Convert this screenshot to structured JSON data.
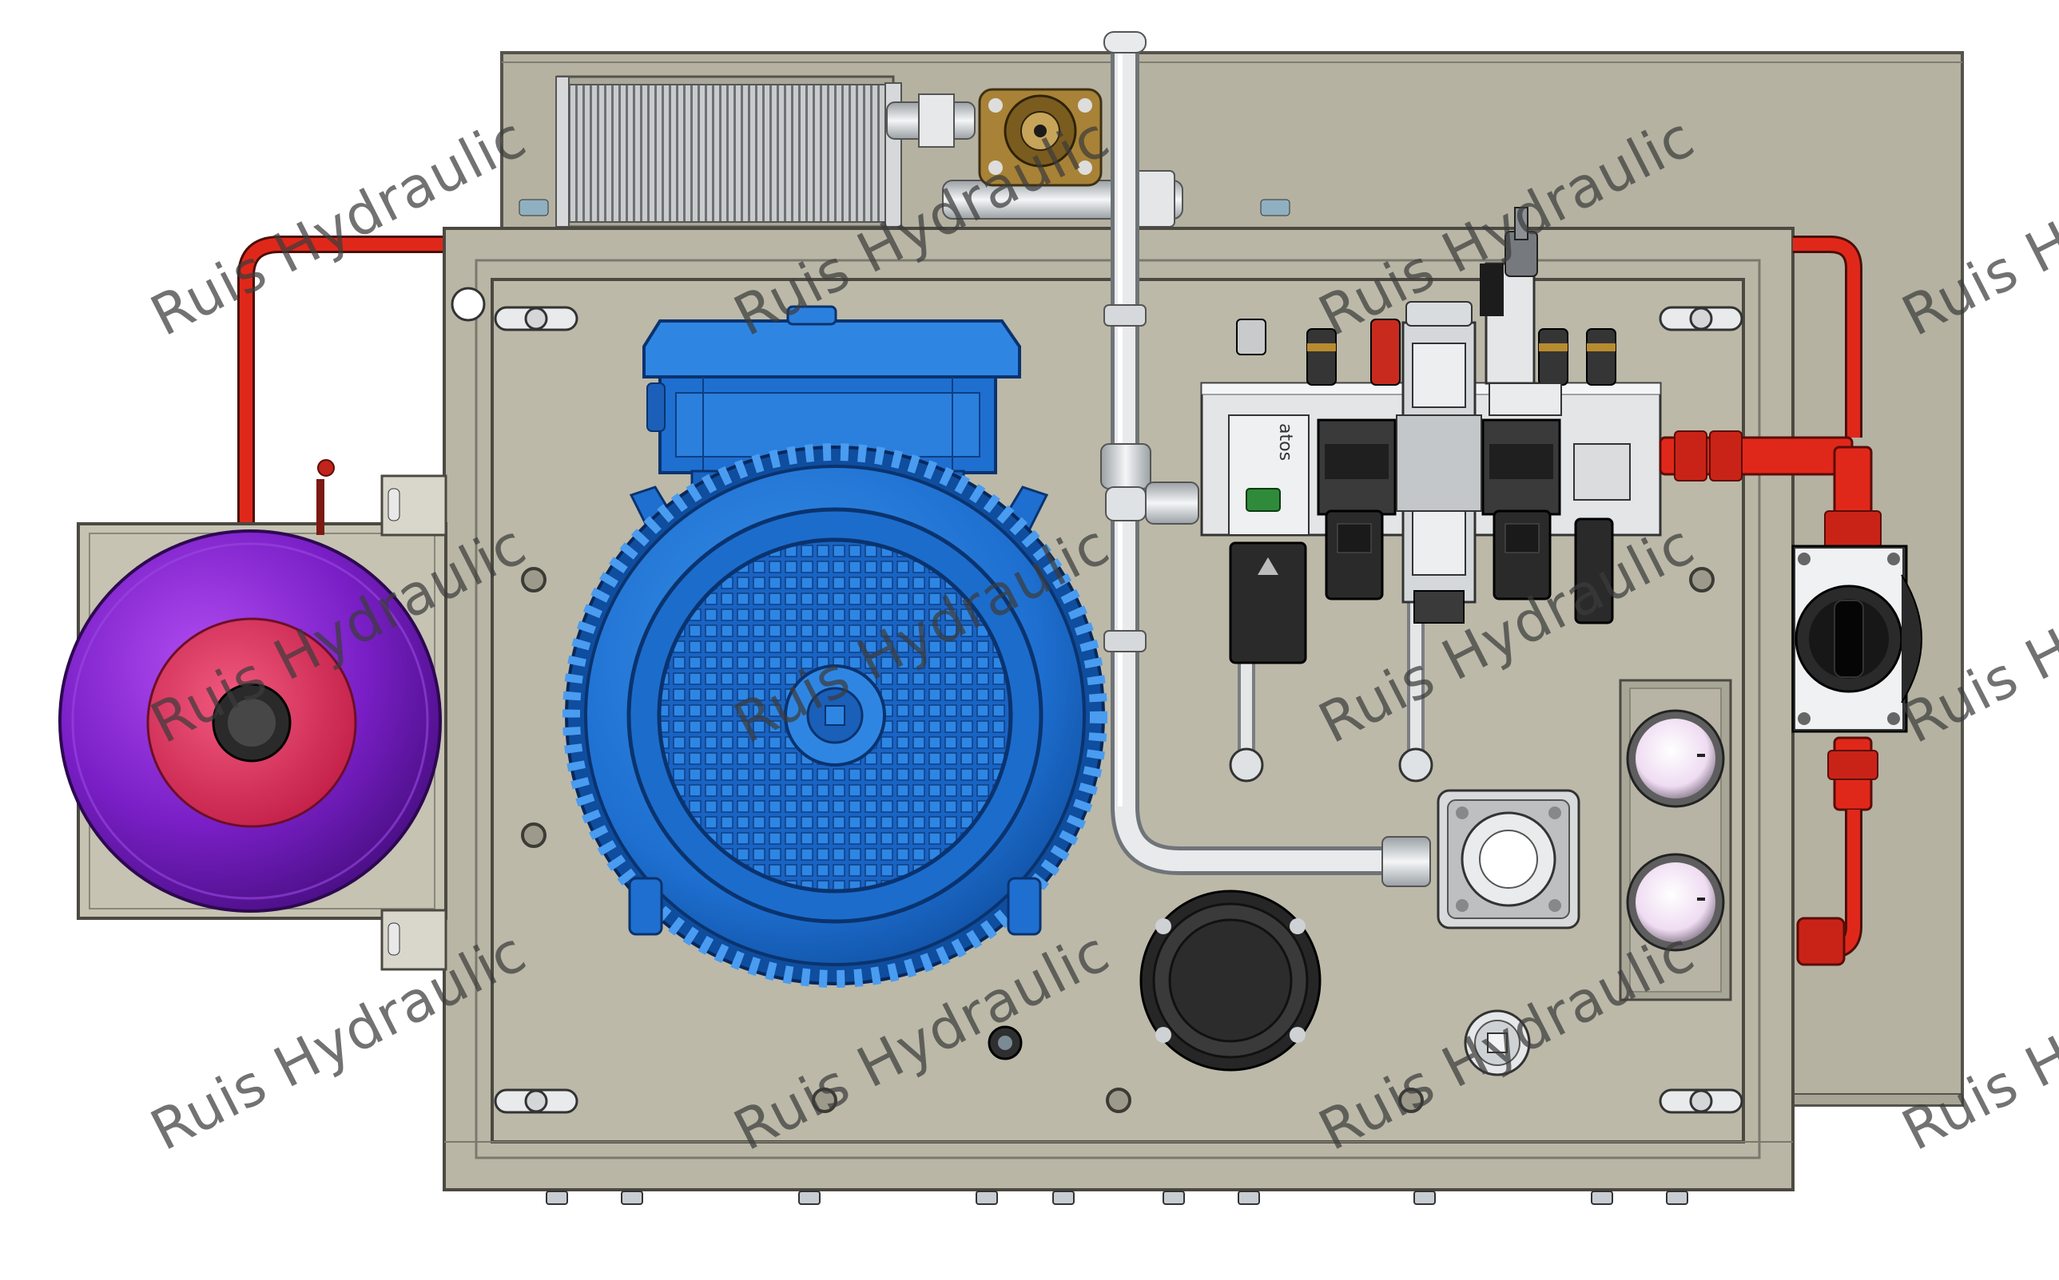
{
  "diagram": {
    "watermark_text": "Ruis Hydraulic",
    "valve_brand_label": "atos",
    "colors": {
      "panel": "#b9b6a6",
      "panel_edge": "#8f8c7e",
      "motor_blue": "#1e73d2",
      "motor_dark": "#0f4d9c",
      "accumulator_purple": "#7a1fc7",
      "accumulator_red": "#e0305a",
      "red_hose": "#e0281a",
      "steel": "#d9dcde",
      "brass": "#b0893a",
      "black": "#1d1d1d"
    },
    "components": [
      "electric-motor",
      "accumulator",
      "oil-cooler",
      "valve-manifold",
      "return-filter",
      "filler-breather",
      "level-gauges",
      "isolator-switch",
      "red-hose-line",
      "pressure-pipe"
    ]
  }
}
